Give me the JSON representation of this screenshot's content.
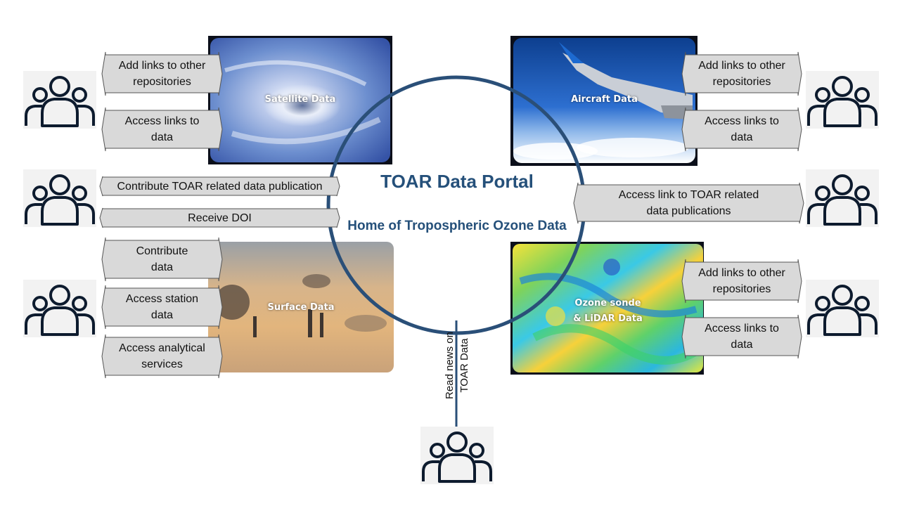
{
  "portal": {
    "title": "TOAR Data Portal",
    "subtitle": "Home of Tropospheric Ozone Data",
    "circle_color": "#2a4f78"
  },
  "tiles": {
    "satellite": "Satellite Data",
    "aircraft": "Aircraft Data",
    "surface": "Surface Data",
    "ozone_line1": "Ozone sonde",
    "ozone_line2": "& LiDAR Data"
  },
  "labels": {
    "sat_add_links": "Add links to other\nrepositories",
    "sat_access_links": "Access links to\ndata",
    "contribute_publication": "Contribute TOAR related data publication",
    "receive_doi": "Receive DOI",
    "contribute_data": "Contribute\ndata",
    "access_station": "Access station\ndata",
    "access_analytical": "Access analytical\nservices",
    "air_add_links": "Add links to other\nrepositories",
    "air_access_links": "Access links to\ndata",
    "access_publications": "Access link to TOAR related\ndata publications",
    "oz_add_links": "Add links to other\nrepositories",
    "oz_access_links": "Access links to\ndata",
    "read_news": "Read news on\nTOAR Data"
  },
  "users": [
    "user-group-icon",
    "user-group-icon",
    "user-group-icon",
    "user-group-icon",
    "user-group-icon",
    "user-group-icon",
    "user-group-icon"
  ],
  "colors": {
    "arrow_fill": "#d9d9d9",
    "arrow_stroke": "#555555",
    "title": "#25507a",
    "user_icon": "#0d1b2e"
  }
}
